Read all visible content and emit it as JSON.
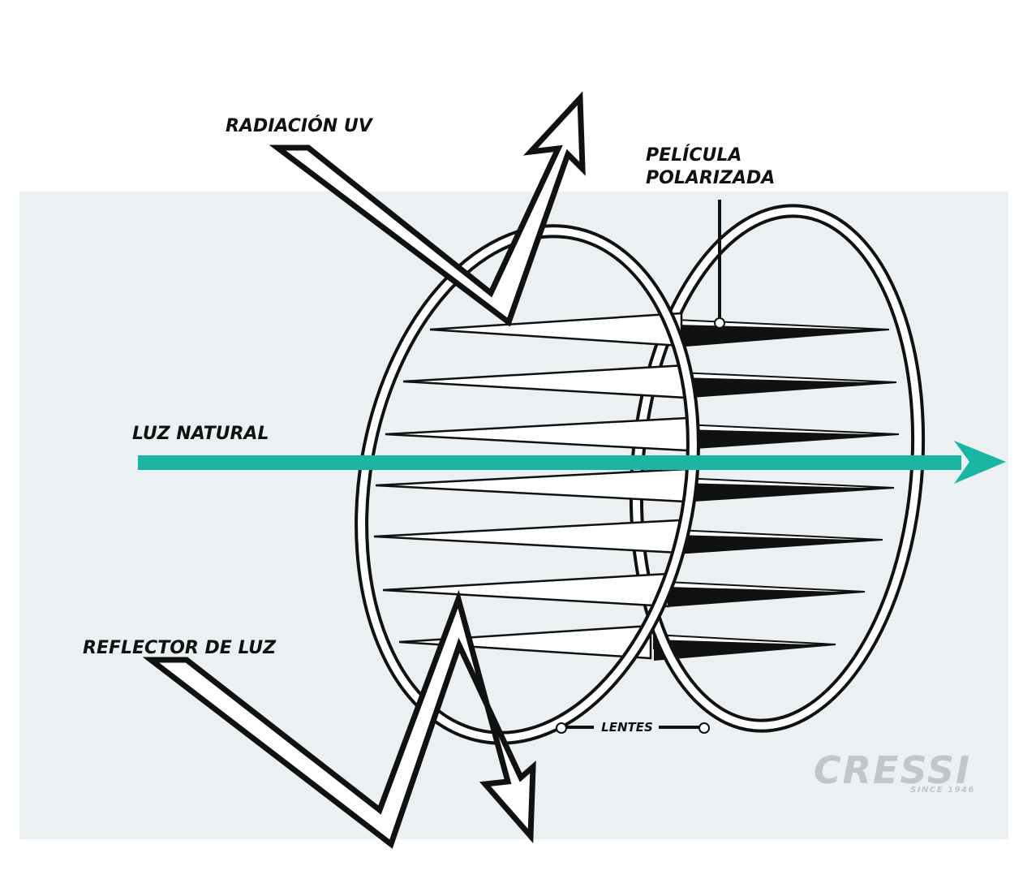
{
  "labels": {
    "uv": "RADIACIÓN UV",
    "film_line1": "PELÍCULA",
    "film_line2": "POLARIZADA",
    "natural_light": "LUZ NATURAL",
    "reflector": "REFLECTOR DE LUZ",
    "lenses": "LENTES"
  },
  "logo": {
    "brand": "CRESSI",
    "since": "SINCE 1946"
  },
  "colors": {
    "panel": "#ebf1f3",
    "teal": "#1ab5a3",
    "ink": "#111111",
    "logo_gray": "#c2c6c8"
  },
  "icons": {
    "uv_arrow": "zigzag-arrow-icon",
    "reflector_arrow": "zigzag-arrow-icon",
    "light_arrow": "arrow-right-icon"
  }
}
